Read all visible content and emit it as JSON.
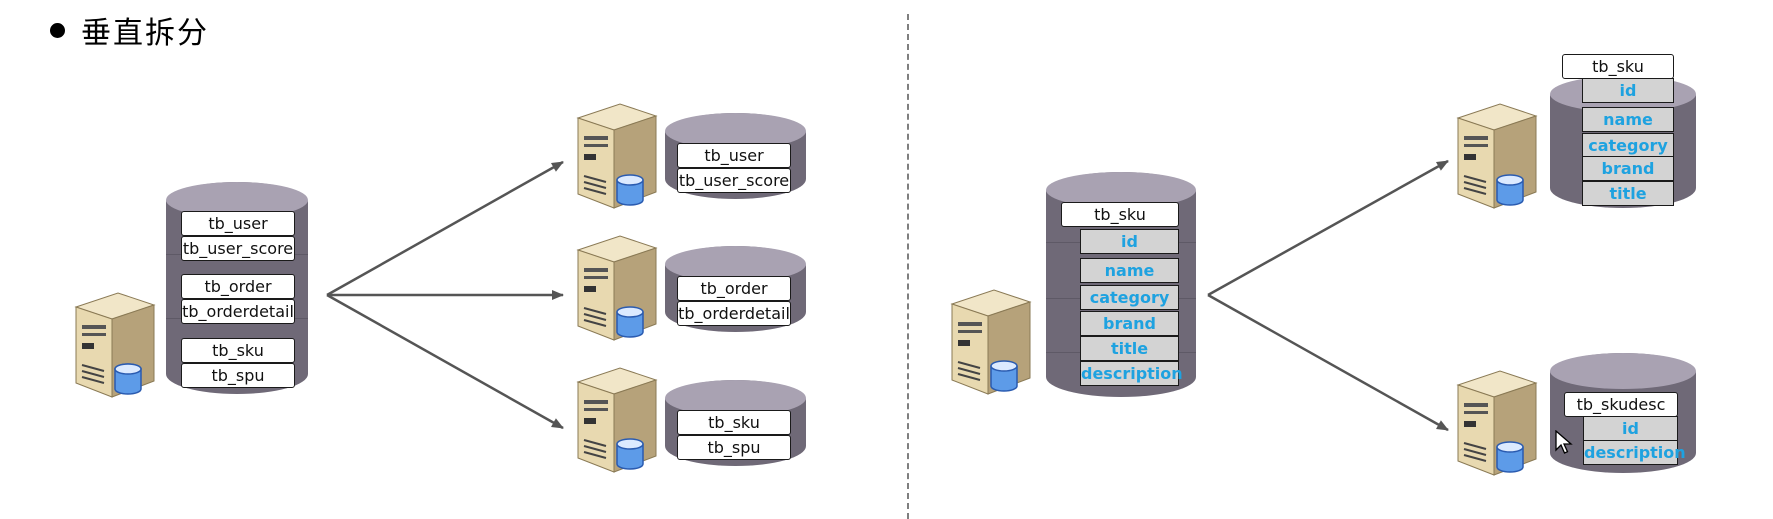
{
  "heading": {
    "text": "垂直拆分"
  },
  "left": {
    "source_tables": [
      "tb_user",
      "tb_user_score",
      "tb_order",
      "tb_orderdetail",
      "tb_sku",
      "tb_spu"
    ],
    "targets": [
      {
        "tables": [
          "tb_user",
          "tb_user_score"
        ]
      },
      {
        "tables": [
          "tb_order",
          "tb_orderdetail"
        ]
      },
      {
        "tables": [
          "tb_sku",
          "tb_spu"
        ]
      }
    ]
  },
  "right": {
    "source": {
      "table": "tb_sku",
      "fields": [
        "id",
        "name",
        "category",
        "brand",
        "title",
        "description"
      ]
    },
    "targets": [
      {
        "table": "tb_sku",
        "fields": [
          "id",
          "name",
          "category",
          "brand",
          "title"
        ]
      },
      {
        "table": "tb_skudesc",
        "fields": [
          "id",
          "description"
        ]
      }
    ]
  },
  "colors": {
    "field_text": "#1ea2e0",
    "field_bg": "#d3d3d3",
    "cylinder_body": "#6f6977",
    "cylinder_top": "#a9a2b2",
    "arrow": "#555555"
  },
  "icons": [
    "server-icon",
    "database-icon",
    "mouse-cursor-icon"
  ]
}
